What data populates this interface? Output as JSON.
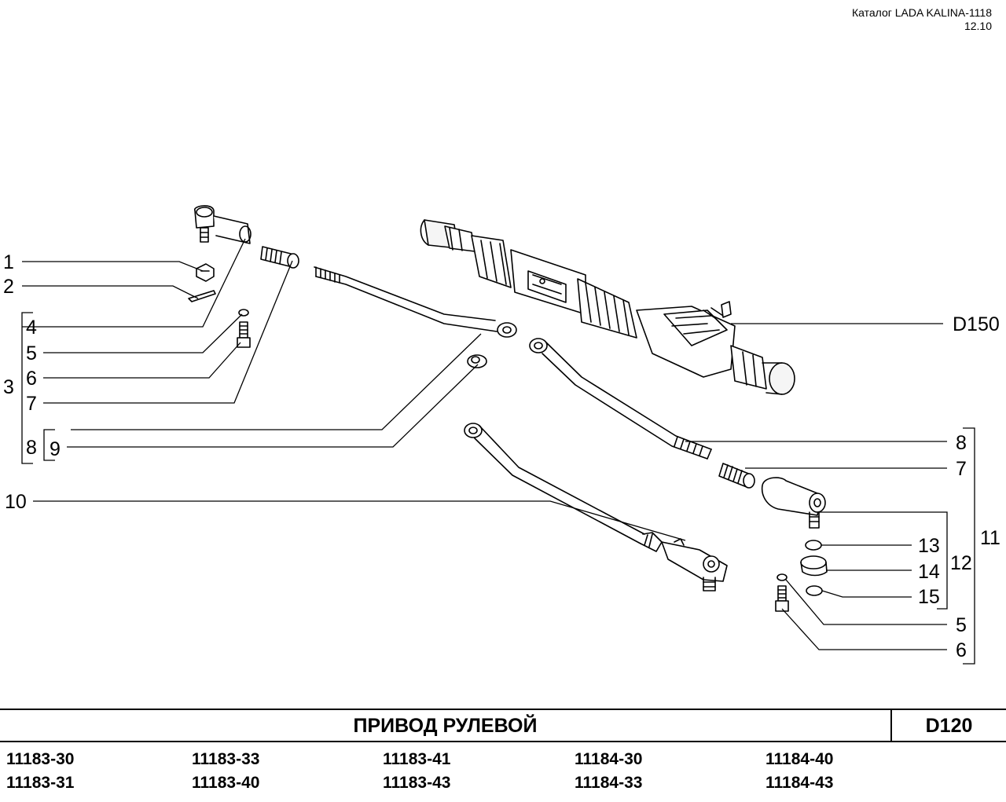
{
  "header": {
    "catalog": "Каталог LADA KALINA-1118",
    "date": "12.10"
  },
  "callouts_left": [
    "1",
    "2",
    "3",
    "4",
    "5",
    "6",
    "7",
    "8",
    "9",
    "10"
  ],
  "callouts_right": [
    "D150",
    "8",
    "7",
    "11",
    "12",
    "13",
    "14",
    "15",
    "5",
    "6"
  ],
  "title_bar": {
    "title": "ПРИВОД   РУЛЕВОЙ",
    "code": "D120"
  },
  "models": [
    [
      "11183-30",
      "11183-31"
    ],
    [
      "11183-33",
      "11183-40"
    ],
    [
      "11183-41",
      "11183-43"
    ],
    [
      "11184-30",
      "11184-33"
    ],
    [
      "11184-40",
      "11184-43"
    ]
  ]
}
